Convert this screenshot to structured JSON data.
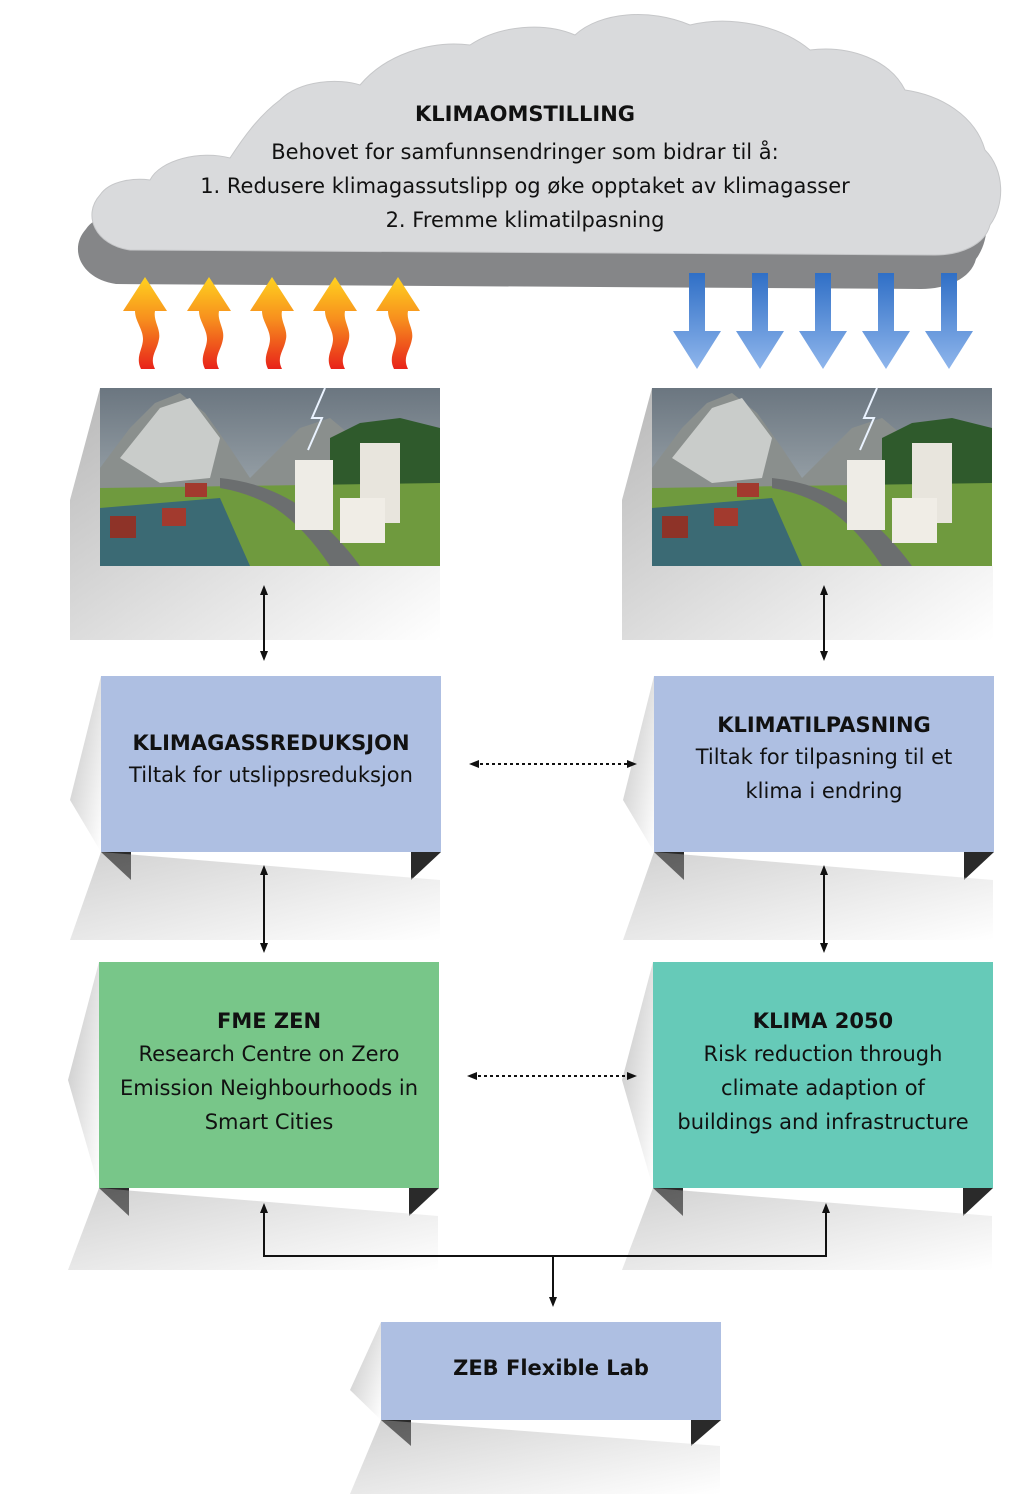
{
  "cloud": {
    "title": "KLIMAOMSTILLING",
    "lines": [
      "Behovet for samfunnsendringer som bidrar til å:",
      "1. Redusere klimagassutslipp og øke opptaket av klimagasser",
      "2. Fremme klimatilpasning"
    ]
  },
  "boxes": {
    "reduction": {
      "title": "KLIMAGASSREDUKSJON",
      "lines": [
        "Tiltak for utslippsreduksjon"
      ]
    },
    "adaptation": {
      "title": "KLIMATILPASNING",
      "lines": [
        "Tiltak for tilpasning til et",
        "klima i endring"
      ]
    },
    "zen": {
      "title": "FME ZEN",
      "lines": [
        "Research Centre on Zero",
        "Emission Neighbourhoods in",
        "Smart Cities"
      ]
    },
    "klima2050": {
      "title": "KLIMA 2050",
      "lines": [
        "Risk reduction through",
        "climate adaption of",
        "buildings and infrastructure"
      ]
    },
    "lab": {
      "title": "ZEB Flexible Lab"
    }
  },
  "colors": {
    "blue_box": "#aebfe2",
    "green_box": "#78c689",
    "teal_box": "#66cab8",
    "cloud": "#d8d9db",
    "heat_arrow_top": "#ffd21f",
    "heat_arrow_bottom": "#e8231a",
    "cool_arrow": "#4a86d4"
  }
}
